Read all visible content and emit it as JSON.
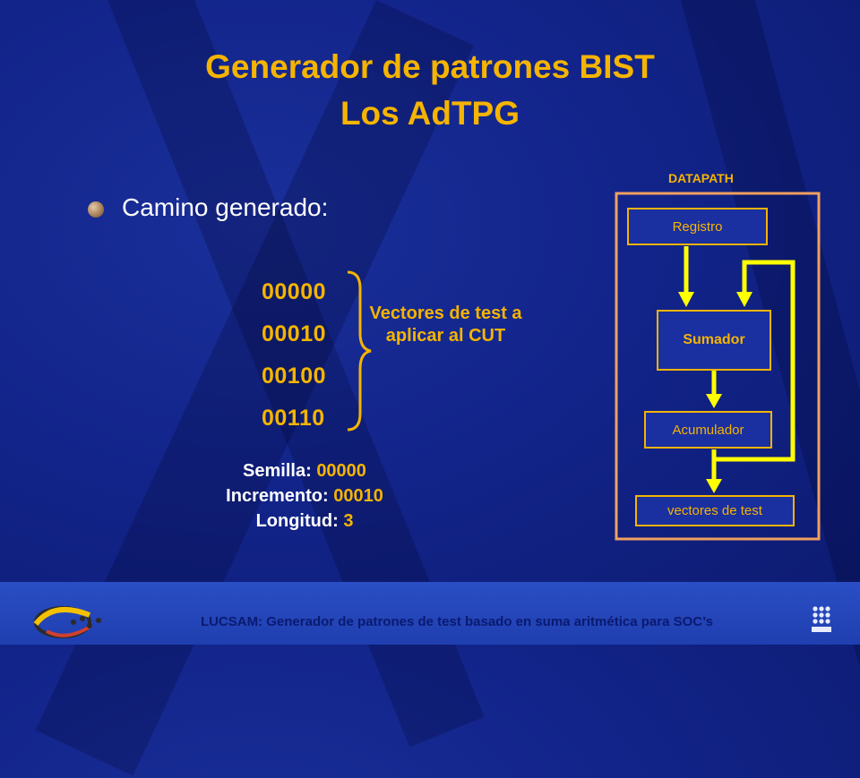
{
  "slide": {
    "title_line1": "Generador de patrones BIST",
    "title_line2": "Los AdTPG",
    "bullet": "Camino generado:",
    "vectors": [
      "00000",
      "00010",
      "00100",
      "00110"
    ],
    "vectors_caption": "Vectores de test a aplicar al CUT",
    "params": [
      {
        "label": "Semilla:",
        "value": "00000"
      },
      {
        "label": "Incremento:",
        "value": "00010"
      },
      {
        "label": "Longitud:",
        "value": "3"
      }
    ],
    "datapath": {
      "title": "DATAPATH",
      "registro": "Registro",
      "sumador": "Sumador",
      "acumulador": "Acumulador",
      "vectores": "vectores de test"
    },
    "footer": "LUCSAM: Generador de patrones de test basado en suma aritmética para SOC’s"
  },
  "colors": {
    "accent": "#f5b400",
    "background": "#12248a",
    "text": "#ffffff",
    "footer_text": "#0a1a70"
  },
  "icons": [
    "bullet-icon",
    "brace-icon",
    "logo-icon",
    "upc-logo-icon"
  ]
}
